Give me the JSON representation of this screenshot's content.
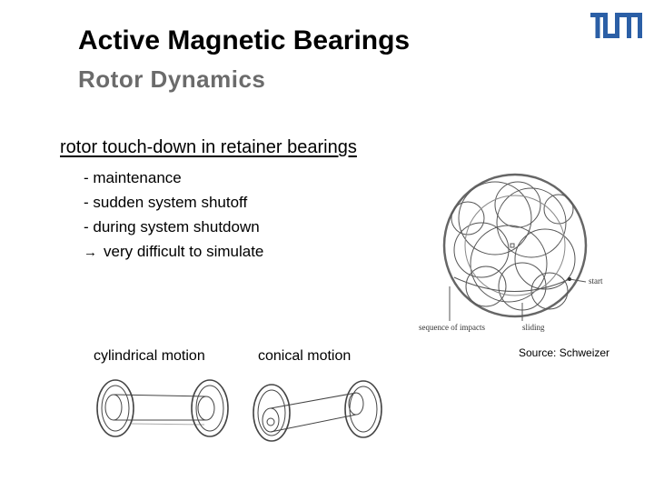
{
  "header": {
    "title": "Active Magnetic Bearings",
    "subtitle": "Rotor Dynamics",
    "logo": "TUM"
  },
  "content": {
    "heading": "rotor touch-down in retainer bearings",
    "bullets": [
      "- maintenance",
      "- sudden system shutoff",
      "- during system shutdown",
      "very difficult to simulate"
    ],
    "conclusion_arrow_icon": "right-arrow-icon"
  },
  "figures": {
    "cylindrical_label": "cylindrical motion",
    "conical_label": "conical motion",
    "orbit": {
      "start_label": "start",
      "sequence_label": "sequence of impacts",
      "sliding_label": "sliding"
    },
    "source": "Source: Schweizer"
  },
  "colors": {
    "logo": "#2b5fa6",
    "subtitle": "#6b6b6b"
  }
}
